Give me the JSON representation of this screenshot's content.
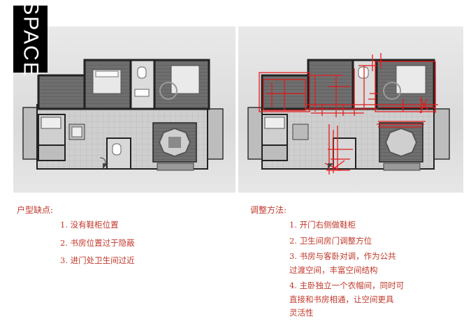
{
  "logo": {
    "text": "SPACE"
  },
  "left_section": {
    "heading": "户型缺点:",
    "items": [
      "1. 没有鞋柜位置",
      "2. 书房位置过于隐蔽",
      "3. 进门处卫生间过近"
    ]
  },
  "right_section": {
    "heading": "调整方法:",
    "items": [
      "1. 开门右侧做鞋柜",
      "2. 卫生间房门调整方位",
      "3. 书房与客卧对调，作为公共\n过渡空间，丰富空间结构",
      "4. 主卧独立一个衣帽间，同时可\n直接和书房相通，让空间更具\n灵活性"
    ]
  },
  "colors": {
    "accent": "#c0392b",
    "markup": "#e31b1b"
  }
}
